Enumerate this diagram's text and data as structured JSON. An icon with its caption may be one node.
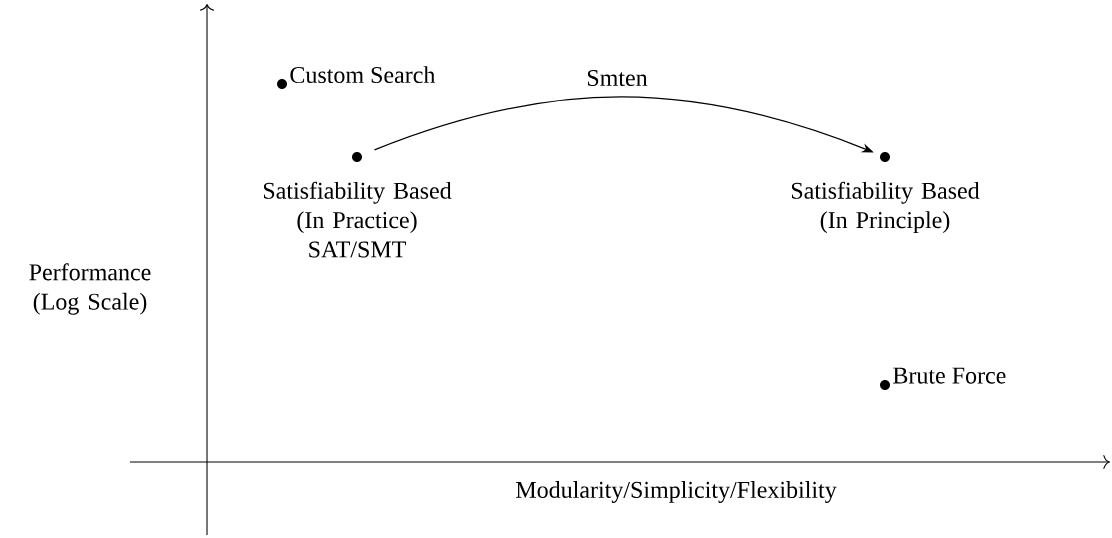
{
  "diagram": {
    "nodes": [
      {
        "text": [
          "Custom Search"
        ]
      },
      {
        "text": [
          "Satisfiability Based (In Practice) SAT/SMT"
        ]
      },
      {
        "text": [
          "Satisfiability Based (In Principle)"
        ]
      },
      {
        "text": [
          "Brute Force"
        ]
      }
    ],
    "edges": [
      {
        "from": 1,
        "to": 2,
        "arrow": "to",
        "label": "Smten"
      }
    ],
    "labels": [
      "Performance (Log Scale)",
      "Modularity/Simplicity/Flexibility"
    ]
  }
}
